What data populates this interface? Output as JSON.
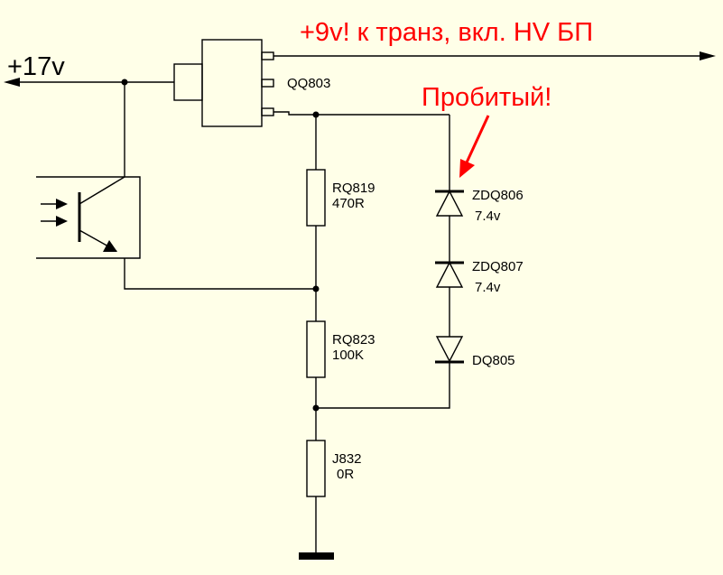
{
  "colors": {
    "background": "#ffffe8",
    "wire": "#000000",
    "annotation": "#ff0000"
  },
  "rail_input": {
    "label": "+17v"
  },
  "rail_output": {
    "label": "+9v! к транз, вкл. HV БП"
  },
  "regulator": {
    "ref": "QQ803"
  },
  "resistors": [
    {
      "ref": "RQ819",
      "value": "470R"
    },
    {
      "ref": "RQ823",
      "value": "100K"
    },
    {
      "ref": "J832",
      "value": "0R"
    }
  ],
  "diodes": [
    {
      "ref": "ZDQ806",
      "value": "7.4v",
      "type": "zener"
    },
    {
      "ref": "ZDQ807",
      "value": "7.4v",
      "type": "zener"
    },
    {
      "ref": "DQ805",
      "value": "",
      "type": "diode"
    }
  ],
  "fault_note": {
    "label": "Пробитый!"
  },
  "icons": [
    "arrow-left-icon",
    "arrow-right-icon",
    "optocoupler-icon",
    "ground-icon",
    "junction-dot-icon"
  ]
}
